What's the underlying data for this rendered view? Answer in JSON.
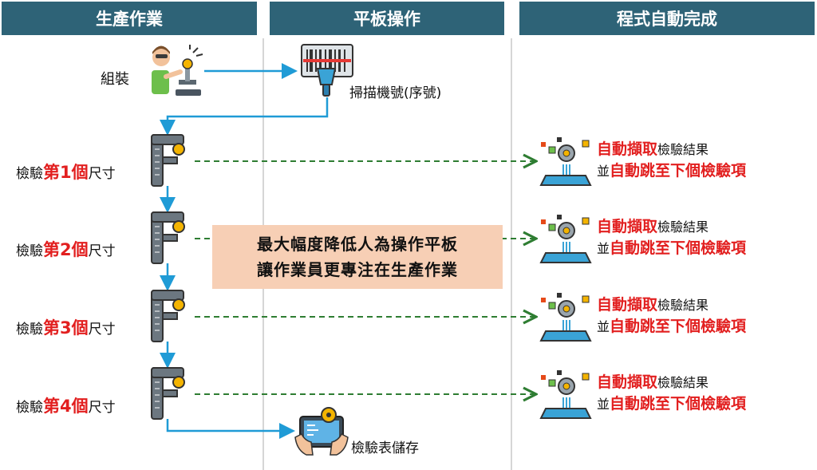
{
  "headers": [
    "生產作業",
    "平板操作",
    "程式自動完成"
  ],
  "assemble_label": "組裝",
  "scan_label": "掃描機號(序號)",
  "inspections": [
    {
      "prefix": "檢驗",
      "step": "第1個",
      "suffix": "尺寸"
    },
    {
      "prefix": "檢驗",
      "step": "第2個",
      "suffix": "尺寸"
    },
    {
      "prefix": "檢驗",
      "step": "第3個",
      "suffix": "尺寸"
    },
    {
      "prefix": "檢驗",
      "step": "第4個",
      "suffix": "尺寸"
    }
  ],
  "save_label": "檢驗表儲存",
  "note_lines": [
    "最大幅度降低人為操作平板",
    "讓作業員更專注在生產作業"
  ],
  "auto_result": {
    "line1_red": "自動擷取",
    "line1_black": "檢驗結果",
    "line2_black": "並",
    "line2_red": "自動跳至下個檢驗項"
  },
  "colors": {
    "header_bg": "#2e6377",
    "arrow_blue": "#1f9bd6",
    "dashed_green": "#2e7d32",
    "highlight_red": "#e21f1f",
    "note_bg": "#f7cfb5"
  }
}
